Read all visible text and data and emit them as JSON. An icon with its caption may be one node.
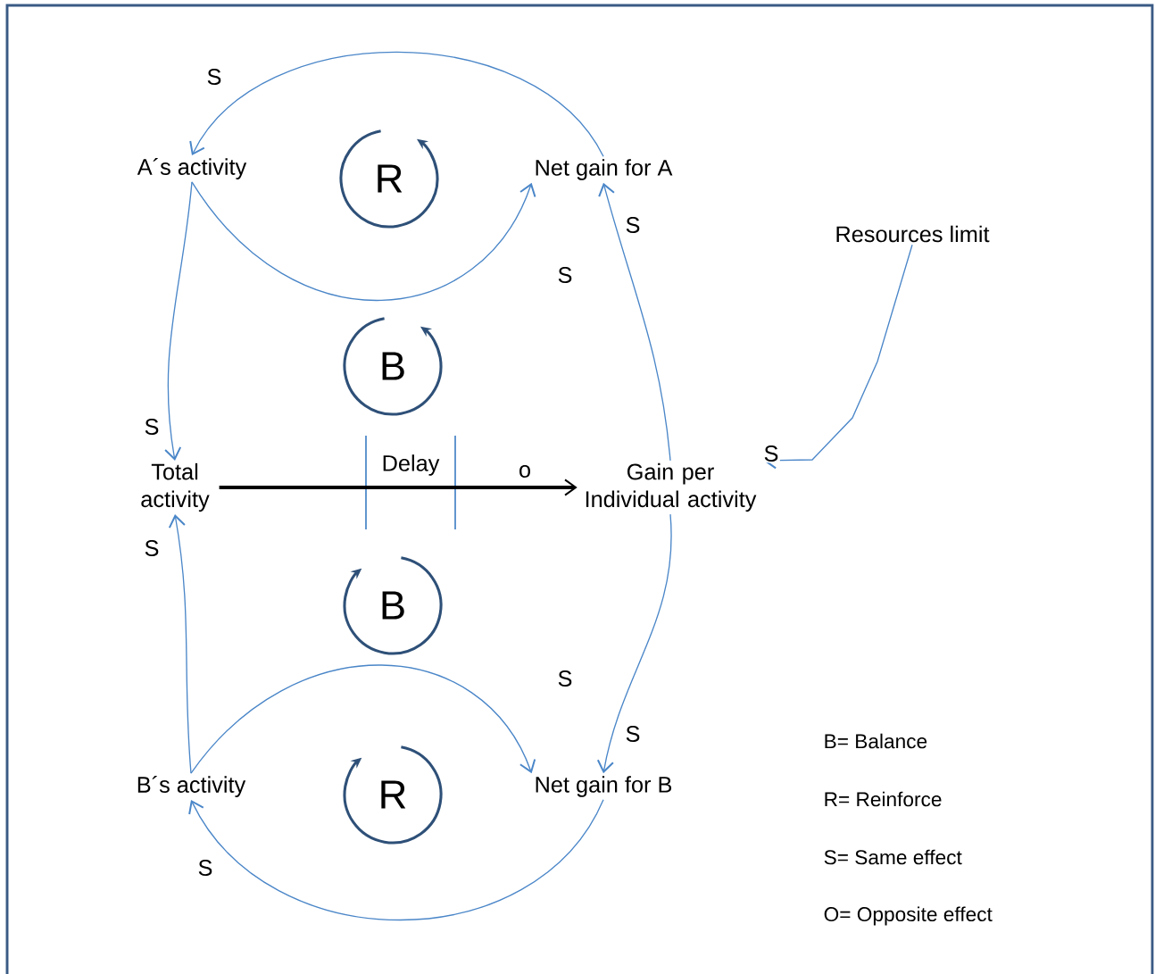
{
  "diagram": {
    "nodes": [
      {
        "text": [
          "A´s activity"
        ]
      },
      {
        "text": [
          "R"
        ]
      },
      {
        "text": [
          "Net gain for A"
        ]
      },
      {
        "text": [
          "Resources limit"
        ]
      },
      {
        "text": [
          "B"
        ]
      },
      {
        "text": [
          "Total activity"
        ]
      },
      {
        "text": [
          "Gain per Individual activity"
        ]
      },
      {
        "text": [
          "B"
        ]
      },
      {
        "text": [
          "B´s activity"
        ]
      },
      {
        "text": [
          "R"
        ]
      },
      {
        "text": [
          "Net gain for B"
        ]
      }
    ],
    "edges": [
      {
        "from": 0,
        "to": 5,
        "arrow": "to",
        "label": "S"
      },
      {
        "from": 5,
        "to": 6,
        "arrow": "to",
        "label": "o",
        "style": "thick",
        "color": "#000000"
      },
      {
        "from": 6,
        "to": 2,
        "arrow": "to",
        "label": "S"
      },
      {
        "from": 2,
        "to": 0,
        "arrow": "to",
        "label": "S"
      },
      {
        "from": 0,
        "to": 2,
        "arrow": "to",
        "label": "S"
      },
      {
        "from": 3,
        "to": 6,
        "arrow": "to",
        "label": "S"
      },
      {
        "from": 6,
        "to": 10,
        "arrow": "to",
        "label": "S"
      },
      {
        "from": 8,
        "to": 10,
        "arrow": "to",
        "label": "S"
      },
      {
        "from": 10,
        "to": 8,
        "arrow": "to",
        "label": "S"
      },
      {
        "from": 8,
        "to": 5,
        "arrow": "to",
        "label": "S"
      }
    ],
    "labels": [
      "Delay",
      "B= Balance",
      "R= Reinforce",
      "S= Same effect",
      "O= Opposite effect"
    ]
  }
}
